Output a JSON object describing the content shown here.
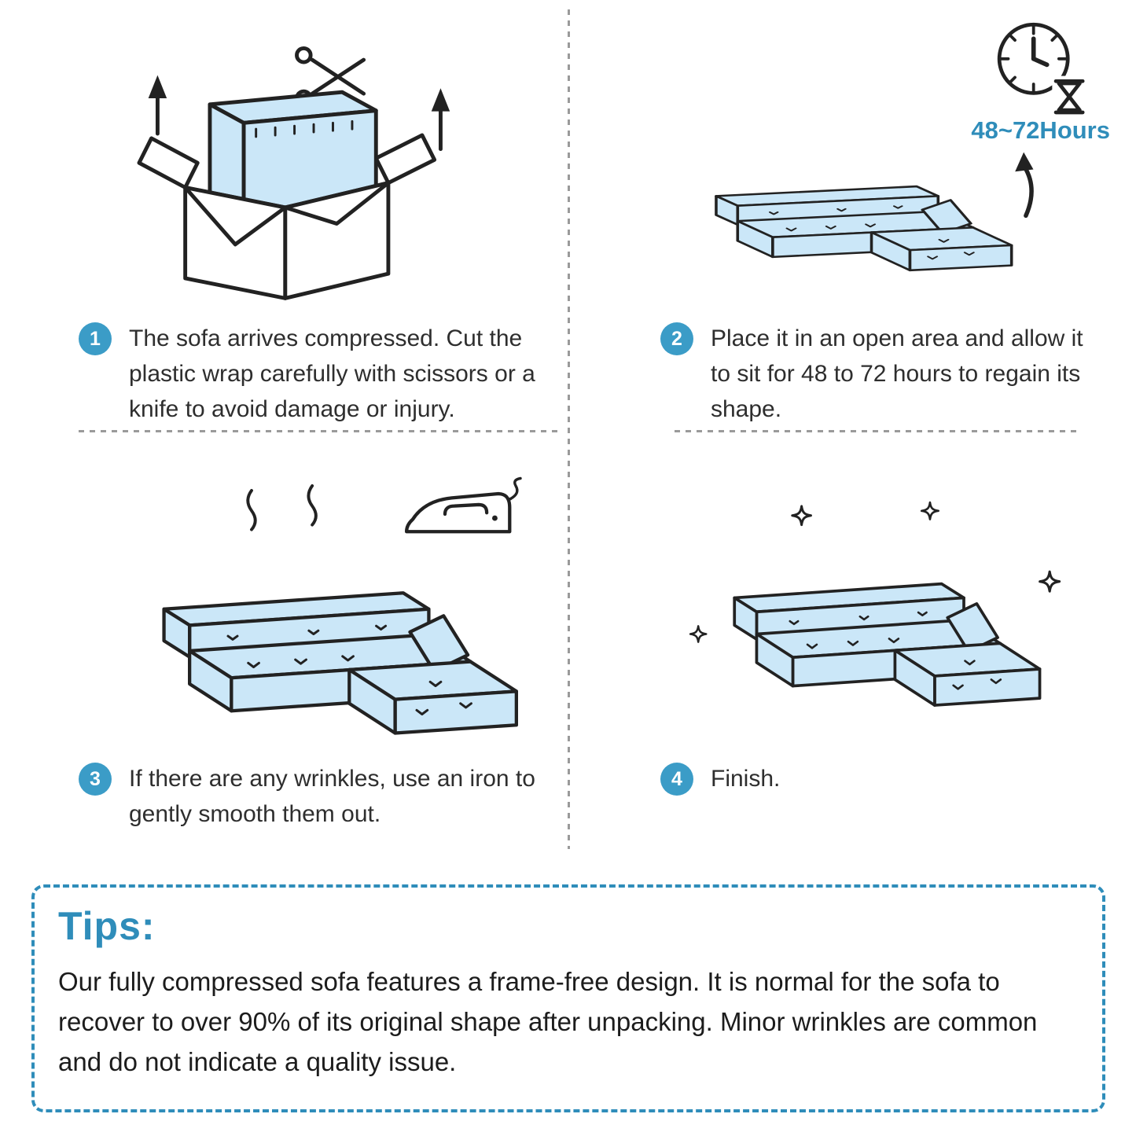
{
  "colors": {
    "accent": "#2f8dba",
    "badge": "#3b9cc7",
    "sofa_fill": "#cbe7f8",
    "outline": "#222222",
    "divider": "#9a9a9a"
  },
  "steps": [
    {
      "number": "1",
      "text": "The sofa arrives compressed. Cut the plastic wrap carefully with scissors or a knife to avoid damage or injury."
    },
    {
      "number": "2",
      "text": "Place it in an open area and allow it to sit for 48 to 72 hours to regain its shape."
    },
    {
      "number": "3",
      "text": "If there are any wrinkles, use an iron to gently smooth them out."
    },
    {
      "number": "4",
      "text": "Finish."
    }
  ],
  "duration_label": "48~72Hours",
  "icons": [
    "scissors-icon",
    "up-arrow-icon",
    "clock-hourglass-icon",
    "curved-arrow-icon",
    "steam-icon",
    "iron-icon",
    "sparkle-icon"
  ],
  "tips": {
    "title": "Tips:",
    "body": "Our fully compressed sofa features a frame-free design. It is normal for the sofa to recover to over 90% of its original shape after unpacking. Minor wrinkles are common and do not indicate a quality issue."
  }
}
